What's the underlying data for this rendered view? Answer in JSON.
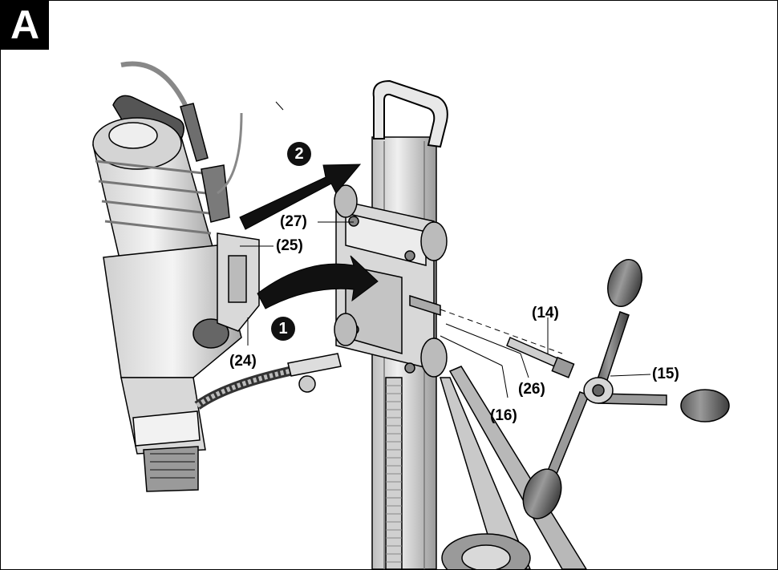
{
  "figure": {
    "panel_letter": "A"
  },
  "steps": {
    "step_1": "1",
    "step_2": "2"
  },
  "callouts": {
    "c14": "(14)",
    "c15": "(15)",
    "c16": "(16)",
    "c24": "(24)",
    "c25": "(25)",
    "c26": "(26)",
    "c27": "(27)"
  },
  "colors": {
    "ink": "#000000",
    "light_gray": "#e6e6e6",
    "mid_gray": "#bdbdbd",
    "dark_gray": "#6e6e6e"
  }
}
